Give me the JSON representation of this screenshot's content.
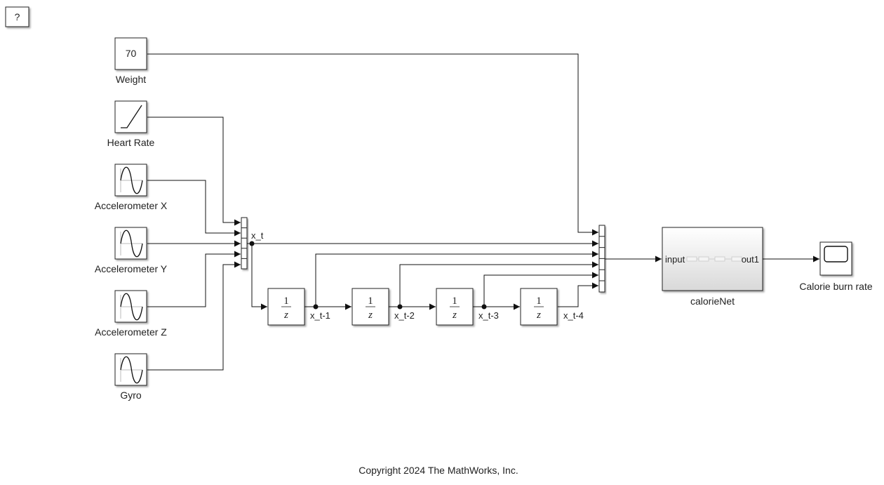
{
  "help_button": {
    "label": "?"
  },
  "sources": [
    {
      "id": "weight",
      "name": "Weight",
      "type": "constant",
      "value": "70"
    },
    {
      "id": "heart-rate",
      "name": "Heart Rate",
      "type": "ramp"
    },
    {
      "id": "accel-x",
      "name": "Accelerometer X",
      "type": "sine"
    },
    {
      "id": "accel-y",
      "name": "Accelerometer Y",
      "type": "sine"
    },
    {
      "id": "accel-z",
      "name": "Accelerometer Z",
      "type": "sine"
    },
    {
      "id": "gyro",
      "name": "Gyro",
      "type": "sine"
    }
  ],
  "signals": {
    "x_t": "x_t",
    "x_t1": "x_t-1",
    "x_t2": "x_t-2",
    "x_t3": "x_t-3",
    "x_t4": "x_t-4"
  },
  "delays": [
    {
      "num": "1",
      "den": "z"
    },
    {
      "num": "1",
      "den": "z"
    },
    {
      "num": "1",
      "den": "z"
    },
    {
      "num": "1",
      "den": "z"
    }
  ],
  "network": {
    "name": "calorieNet",
    "input_port": "input",
    "output_port": "out1"
  },
  "scope": {
    "name": "Calorie burn rate"
  },
  "footer": {
    "copyright": "Copyright 2024 The MathWorks, Inc."
  }
}
